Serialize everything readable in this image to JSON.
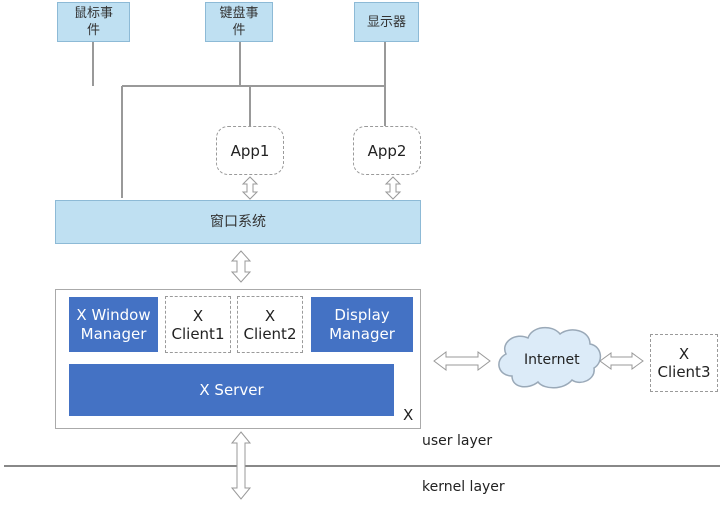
{
  "devices": {
    "mouse": "鼠标事件",
    "keyboard": "键盘事件",
    "display": "显示器"
  },
  "apps": {
    "app1": "App1",
    "app2": "App2"
  },
  "window_system": "窗口系统",
  "x_container": {
    "window_manager": "X Window Manager",
    "client1": "X Client1",
    "client2": "X Client2",
    "display_manager": "Display Manager",
    "server": "X Server",
    "corner_label": "X"
  },
  "internet": "Internet",
  "remote_client": "X Client3",
  "layers": {
    "user": "user layer",
    "kernel": "kernel layer"
  }
}
